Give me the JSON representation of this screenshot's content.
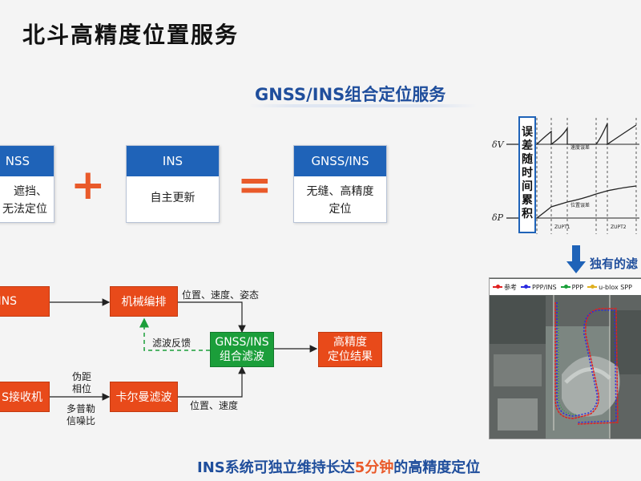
{
  "page_title": "北斗高精度位置服务",
  "subtitle": "GNSS/INS组合定位服务",
  "cards": [
    {
      "head": "NSS",
      "body_line1": "遮挡、",
      "body_line2": "无法定位"
    },
    {
      "head": "INS",
      "body_line1": "自主更新",
      "body_line2": ""
    },
    {
      "head": "GNSS/INS",
      "body_line1": "无缝、高精度",
      "body_line2": "定位"
    }
  ],
  "operators": {
    "plus": "+",
    "equals": "="
  },
  "flow": {
    "ins_box": "INS",
    "mech_box": "机械编排",
    "receiver_box": "S接收机",
    "kalman_box": "卡尔曼滤波",
    "filter_box_line1": "GNSS/INS",
    "filter_box_line2": "组合滤波",
    "result_line1": "高精度",
    "result_line2": "定位结果",
    "label_pos_vel_att": "位置、速度、姿态",
    "label_feedback": "滤波反馈",
    "label_pseudorange": "伪距",
    "label_phase": "相位",
    "label_doppler": "多普勒",
    "label_snr": "信噪比",
    "label_pos_vel": "位置、速度"
  },
  "error_graph": {
    "vertical_label": "误差随时间累积",
    "dv_label": "δV",
    "dp_label": "δP",
    "small_label_top": "速度误差",
    "small_label_bottom": "位置误差",
    "zupt_labels": [
      "ZUPT1",
      "ZUPT2"
    ]
  },
  "unique_label": "独有的滤",
  "map_legend": [
    {
      "name": "参考",
      "color": "#e02020"
    },
    {
      "name": "PPP/INS",
      "color": "#2a2ae0"
    },
    {
      "name": "PPP",
      "color": "#1aa03a"
    },
    {
      "name": "u-blox SPP",
      "color": "#e0b020"
    }
  ],
  "bottom_caption": {
    "prefix": "INS系统可独立维持长达",
    "highlight": "5分钟",
    "suffix": "的高精度定位"
  },
  "colors": {
    "accent_blue": "#1f63b8",
    "accent_orange": "#e84a1a",
    "accent_green": "#1b9e3a",
    "title_blue": "#1f4e9c"
  }
}
